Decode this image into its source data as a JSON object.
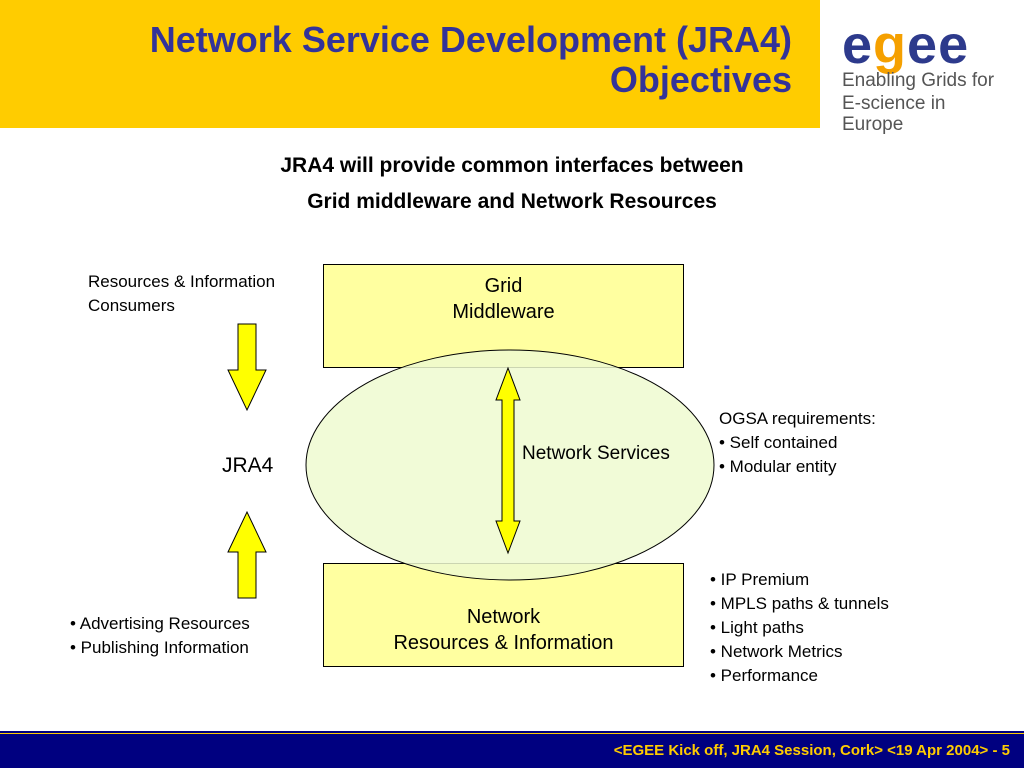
{
  "title": {
    "line1": "Network Service Development (JRA4)",
    "line2": "Objectives"
  },
  "logo": {
    "word": "egee",
    "tagline_line1": "Enabling Grids for",
    "tagline_line2": "E-science in Europe"
  },
  "subtitle": {
    "line1": "JRA4 will provide common interfaces between",
    "line2": "Grid middleware and Network Resources"
  },
  "diagram": {
    "consumers_label": {
      "line1": "Resources & Information",
      "line2": "Consumers"
    },
    "jra4_label": "JRA4",
    "producers_bullets": [
      "• Advertising Resources",
      "• Publishing Information"
    ],
    "grid_box": {
      "line1": "Grid",
      "line2": "Middleware"
    },
    "network_box": {
      "line1": "Network",
      "line2": "Resources & Information"
    },
    "ellipse_label": "Network Services",
    "ogsa": {
      "heading": "OGSA requirements:",
      "bullets": [
        "• Self contained",
        "• Modular entity"
      ]
    },
    "network_bullets": [
      "• IP Premium",
      "• MPLS paths & tunnels",
      "• Light paths",
      "• Network Metrics",
      "• Performance"
    ]
  },
  "footer": {
    "text": "<EGEE Kick off, JRA4 Session, Cork> <19 Apr 2004>  - 5"
  },
  "colors": {
    "header_yellow": "#ffcc00",
    "title_blue": "#333399",
    "box_fill": "#ffffa0",
    "ellipse_fill": "#eefad0",
    "arrow_fill": "#ffff00",
    "footer_navy": "#000080"
  }
}
